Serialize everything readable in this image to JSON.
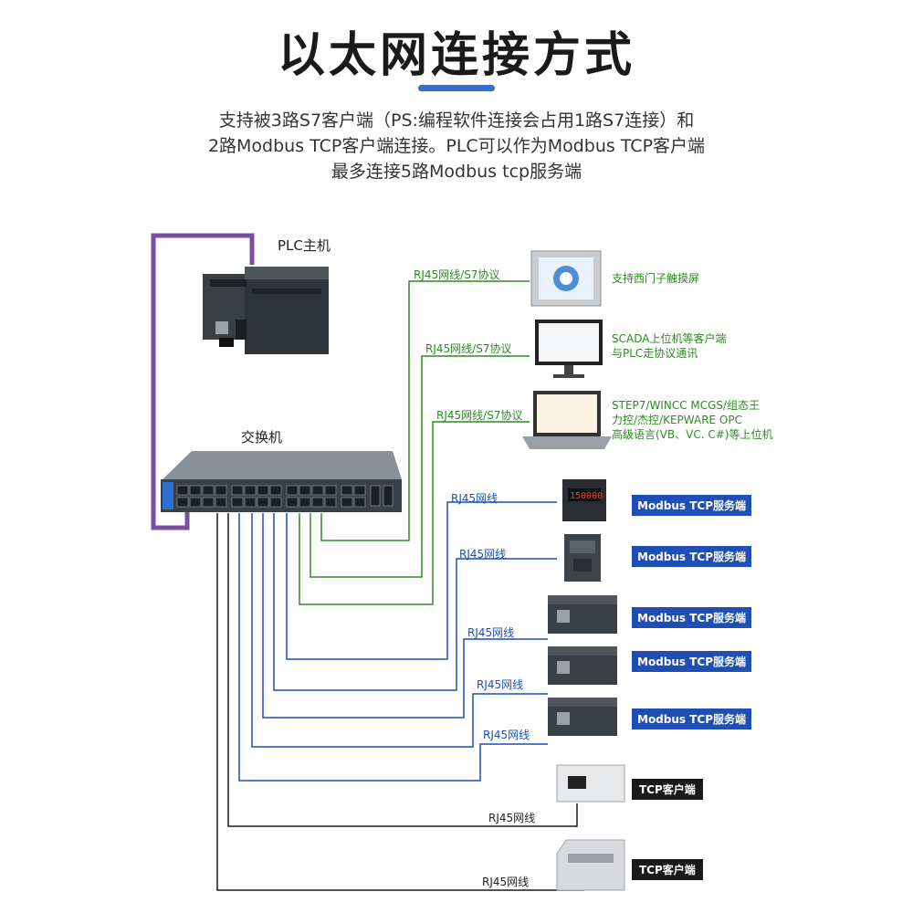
{
  "title": "以太网连接方式",
  "description": [
    "支持被3路S7客户端（PS:编程软件连接会占用1路S7连接）和",
    "2路Modbus TCP客户端连接。PLC可以作为Modbus TCP客户端",
    "最多连接5路Modbus tcp服务端"
  ],
  "plc_label": "PLC主机",
  "switch_label": "交换机",
  "s7_links": [
    {
      "cable": "RJ45网线/S7协议",
      "device": [
        "支持西门子触摸屏"
      ]
    },
    {
      "cable": "RJ45网线/S7协议",
      "device": [
        "SCADA上位机等客户端",
        "与PLC走协议通讯"
      ]
    },
    {
      "cable": "RJ45网线/S7协议",
      "device": [
        "STEP7/WINCC MCGS/组态王",
        "力控/杰控/KEPWARE OPC",
        "高级语言(VB、VC. C#)等上位机"
      ]
    }
  ],
  "modbus_links": [
    {
      "cable": "RJ45网线",
      "badge": "Modbus TCP服务端"
    },
    {
      "cable": "RJ45网线",
      "badge": "Modbus TCP服务端"
    },
    {
      "cable": "RJ45网线",
      "badge": "Modbus TCP服务端"
    },
    {
      "cable": "RJ45网线",
      "badge": "Modbus TCP服务端"
    },
    {
      "cable": "RJ45网线",
      "badge": "Modbus TCP服务端"
    }
  ],
  "tcp_links": [
    {
      "cable": "RJ45网线",
      "badge": "TCP客户端"
    },
    {
      "cable": "RJ45网线",
      "badge": "TCP客户端"
    }
  ],
  "colors": {
    "accent": "#2f6fd6",
    "s7_line": "#2e8b22",
    "modbus_line": "#1f4fb5",
    "tcp_line": "#1a1a1a",
    "plc_link": "#7b4fa0"
  }
}
